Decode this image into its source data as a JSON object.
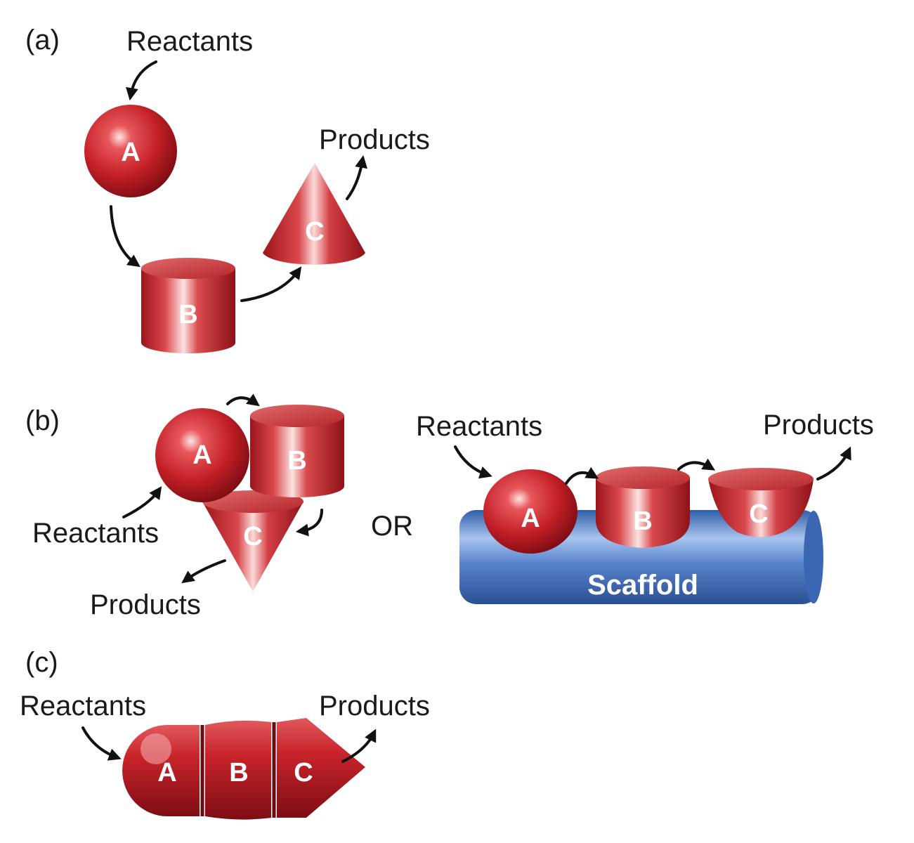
{
  "panel_a": {
    "tag": "(a)",
    "reactants": "Reactants",
    "products": "Products",
    "labels": {
      "a": "A",
      "b": "B",
      "c": "C"
    }
  },
  "panel_b": {
    "tag": "(b)",
    "cluster": {
      "reactants": "Reactants",
      "products": "Products",
      "labels": {
        "a": "A",
        "b": "B",
        "c": "C"
      }
    },
    "or_text": "OR",
    "scaffold": {
      "reactants": "Reactants",
      "products": "Products",
      "scaffold_label": "Scaffold",
      "labels": {
        "a": "A",
        "b": "B",
        "c": "C"
      }
    }
  },
  "panel_c": {
    "tag": "(c)",
    "reactants": "Reactants",
    "products": "Products",
    "labels": {
      "a": "A",
      "b": "B",
      "c": "C"
    }
  },
  "colors": {
    "enzyme_red": "#c8242a",
    "enzyme_dark": "#8a1016",
    "scaffold_blue": "#3f6fbf"
  }
}
